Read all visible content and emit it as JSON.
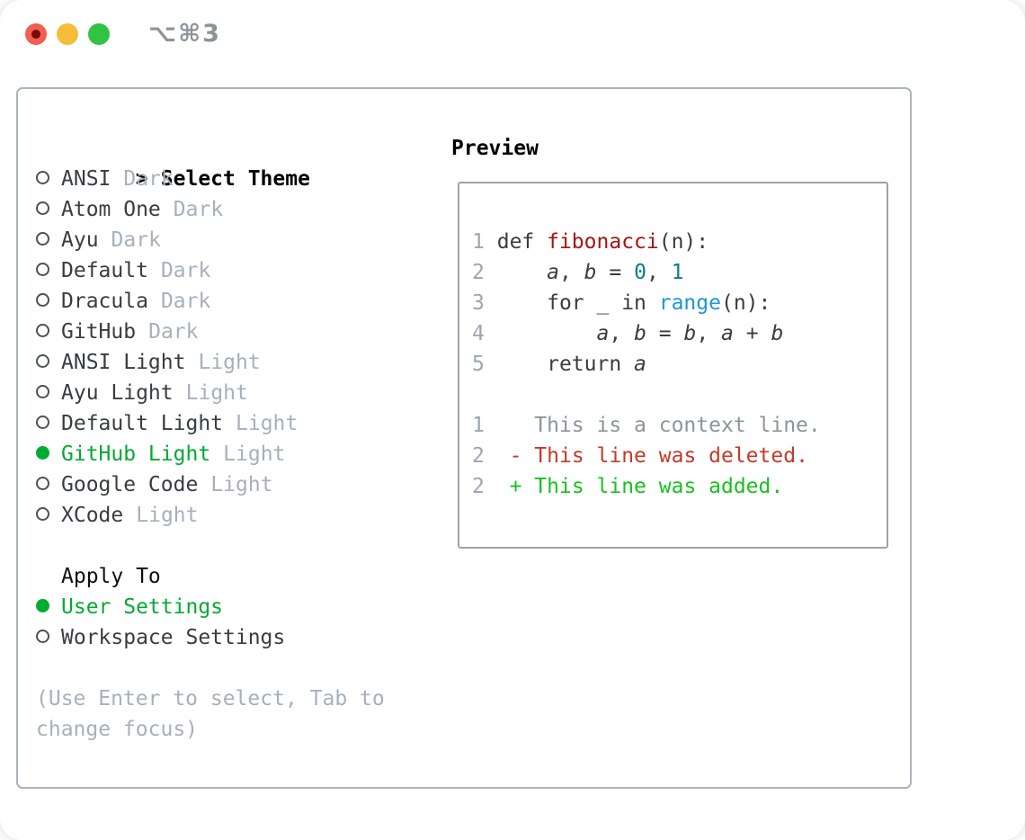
{
  "window": {
    "title": "⌥⌘3",
    "controls": [
      "close",
      "minimize",
      "zoom"
    ]
  },
  "theme_picker": {
    "marker": ">",
    "title": "Select Theme",
    "items": [
      {
        "name": "ANSI",
        "variant": "Dark",
        "selected": false
      },
      {
        "name": "Atom One",
        "variant": "Dark",
        "selected": false
      },
      {
        "name": "Ayu",
        "variant": "Dark",
        "selected": false
      },
      {
        "name": "Default",
        "variant": "Dark",
        "selected": false
      },
      {
        "name": "Dracula",
        "variant": "Dark",
        "selected": false
      },
      {
        "name": "GitHub",
        "variant": "Dark",
        "selected": false
      },
      {
        "name": "ANSI Light",
        "variant": "Light",
        "selected": false
      },
      {
        "name": "Ayu Light",
        "variant": "Light",
        "selected": false
      },
      {
        "name": "Default Light",
        "variant": "Light",
        "selected": false
      },
      {
        "name": "GitHub Light",
        "variant": "Light",
        "selected": true
      },
      {
        "name": "Google Code",
        "variant": "Light",
        "selected": false
      },
      {
        "name": "XCode",
        "variant": "Light",
        "selected": false
      }
    ]
  },
  "apply_to": {
    "title": "Apply To",
    "items": [
      {
        "label": "User Settings",
        "selected": true
      },
      {
        "label": "Workspace Settings",
        "selected": false
      }
    ]
  },
  "hint": {
    "line1": "(Use Enter to select, Tab to",
    "line2": "change focus)"
  },
  "preview": {
    "title": "Preview",
    "code_lines": [
      {
        "num": "1",
        "tokens": [
          {
            "t": "def ",
            "c": "plain"
          },
          {
            "t": "fibonacci",
            "c": "func"
          },
          {
            "t": "(n):",
            "c": "plain"
          }
        ]
      },
      {
        "num": "2",
        "tokens": [
          {
            "t": "    ",
            "c": "plain"
          },
          {
            "t": "a",
            "c": "var"
          },
          {
            "t": ", ",
            "c": "plain"
          },
          {
            "t": "b",
            "c": "var"
          },
          {
            "t": " = ",
            "c": "plain"
          },
          {
            "t": "0",
            "c": "num"
          },
          {
            "t": ", ",
            "c": "plain"
          },
          {
            "t": "1",
            "c": "num"
          }
        ]
      },
      {
        "num": "3",
        "tokens": [
          {
            "t": "    for _ in ",
            "c": "plain"
          },
          {
            "t": "range",
            "c": "builtin"
          },
          {
            "t": "(n):",
            "c": "plain"
          }
        ]
      },
      {
        "num": "4",
        "tokens": [
          {
            "t": "        ",
            "c": "plain"
          },
          {
            "t": "a",
            "c": "var"
          },
          {
            "t": ", ",
            "c": "plain"
          },
          {
            "t": "b",
            "c": "var"
          },
          {
            "t": " = ",
            "c": "plain"
          },
          {
            "t": "b",
            "c": "var"
          },
          {
            "t": ", ",
            "c": "plain"
          },
          {
            "t": "a",
            "c": "var"
          },
          {
            "t": " + ",
            "c": "plain"
          },
          {
            "t": "b",
            "c": "var"
          }
        ]
      },
      {
        "num": "5",
        "tokens": [
          {
            "t": "    return ",
            "c": "plain"
          },
          {
            "t": "a",
            "c": "var"
          }
        ]
      }
    ],
    "diff_lines": [
      {
        "num": "1",
        "tokens": [
          {
            "t": "   ",
            "c": "plain"
          },
          {
            "t": "This is a context line.",
            "c": "ctx"
          }
        ]
      },
      {
        "num": "2",
        "tokens": [
          {
            "t": " ",
            "c": "plain"
          },
          {
            "t": "- This line was deleted.",
            "c": "del"
          }
        ]
      },
      {
        "num": "2",
        "tokens": [
          {
            "t": " ",
            "c": "plain"
          },
          {
            "t": "+ This line was added.",
            "c": "add"
          }
        ]
      }
    ]
  },
  "colors": {
    "accent_green": "#00ab32",
    "diff_added": "#17c21f",
    "diff_deleted": "#c43a27",
    "diff_context": "#8c949c",
    "syntax_function": "#a81414",
    "syntax_number": "#0e7c82",
    "syntax_builtin": "#1f97d4",
    "text": "#373d43",
    "muted": "#a7b0bb",
    "traffic_red": "#f15e52",
    "traffic_yellow": "#f6bd3b",
    "traffic_green": "#31c341"
  }
}
